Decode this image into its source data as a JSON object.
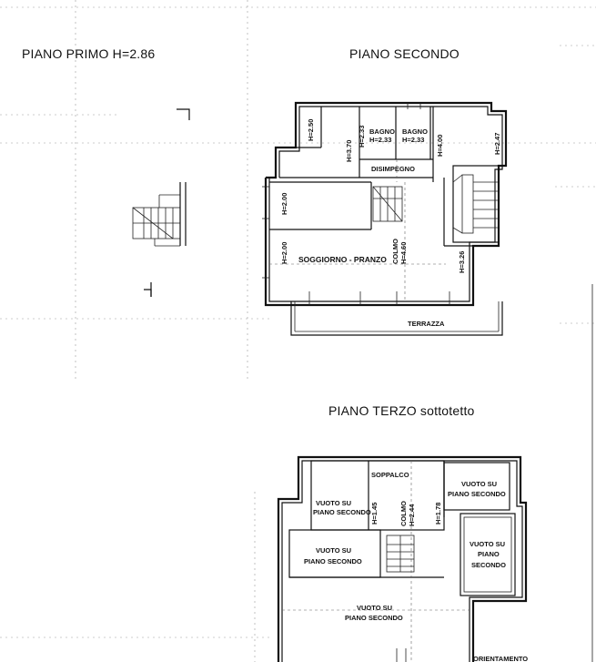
{
  "titles": {
    "piano_primo": "PIANO PRIMO H=2.86",
    "piano_secondo": "PIANO SECONDO",
    "piano_terzo": "PIANO TERZO sottotetto"
  },
  "piano_secondo": {
    "rooms": {
      "bagno1": "BAGNO",
      "bagno1_h": "H=2.33",
      "bagno2": "BAGNO",
      "bagno2_h": "H=2.33",
      "disimpegno": "DISIMPEGNO",
      "soggiorno": "SOGGIORNO - PRANZO",
      "terrazza": "TERRAZZA",
      "colmo": "COLMO",
      "colmo_h": "H=4.60"
    },
    "heights": {
      "h_250": "H=2.50",
      "h_370": "H=3.70",
      "h_233": "H=2.33",
      "h_400": "H=4.00",
      "h_247": "H=2.47",
      "h_200_a": "H=2.00",
      "h_200_b": "H=2.00",
      "h_326": "H=3.26"
    }
  },
  "piano_terzo": {
    "rooms": {
      "soppalco": "SOPPALCO",
      "vuoto1_a": "VUOTO SU",
      "vuoto1_b": "PIANO SECONDO",
      "vuoto2_a": "VUOTO SU",
      "vuoto2_b": "PIANO SECONDO",
      "vuoto3_a": "VUOTO SU",
      "vuoto3_b": "PIANO SECONDO",
      "vuoto4_a": "VUOTO SU",
      "vuoto4_b": "PIANO",
      "vuoto4_c": "SECONDO",
      "vuoto5_a": "VUOTO SU",
      "vuoto5_b": "PIANO SECONDO",
      "colmo": "COLMO",
      "colmo_h": "H=2.44"
    },
    "heights": {
      "h_145": "H=1.45",
      "h_178": "H=1.78"
    }
  },
  "orientamento": "ORIENTAMENTO"
}
